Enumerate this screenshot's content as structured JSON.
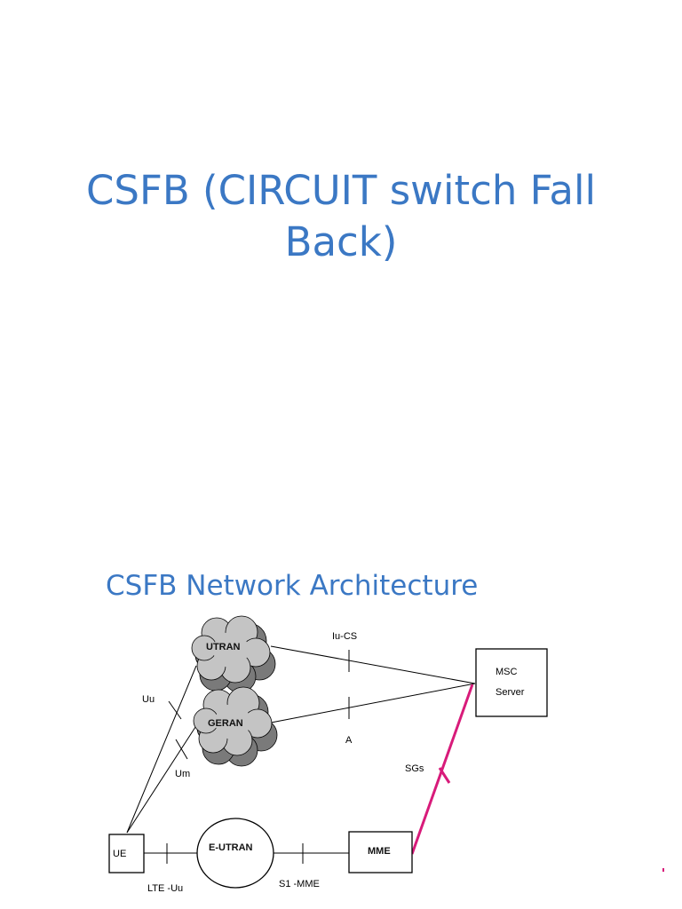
{
  "slide": {
    "title": "CSFB (CIRCUIT switch Fall Back)",
    "subtitle": "CSFB Network Architecture"
  },
  "diagram": {
    "nodes": {
      "utran": "UTRAN",
      "geran": "GERAN",
      "eutran": "E-UTRAN",
      "ue": "UE",
      "mme": "MME",
      "msc_line1": "MSC",
      "msc_line2": "Server"
    },
    "interfaces": {
      "iu_cs": "Iu-CS",
      "a": "A",
      "uu": "Uu",
      "um": "Um",
      "sgs": "SGs",
      "lte_uu": "LTE -Uu",
      "s1_mme": "S1 -MME"
    },
    "colors": {
      "title": "#3b78c4",
      "sgs_link": "#d81b7a",
      "cloud": "#c0c0c0",
      "cloud_shadow": "#7a7a7a"
    }
  }
}
